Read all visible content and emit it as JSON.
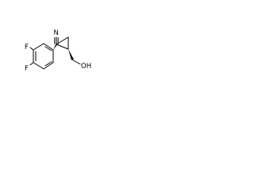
{
  "molecule": {
    "atoms": {
      "nitrile_n": "N",
      "fluorine_top": "F",
      "fluorine_bottom": "F",
      "hydroxyl": "OH"
    }
  }
}
